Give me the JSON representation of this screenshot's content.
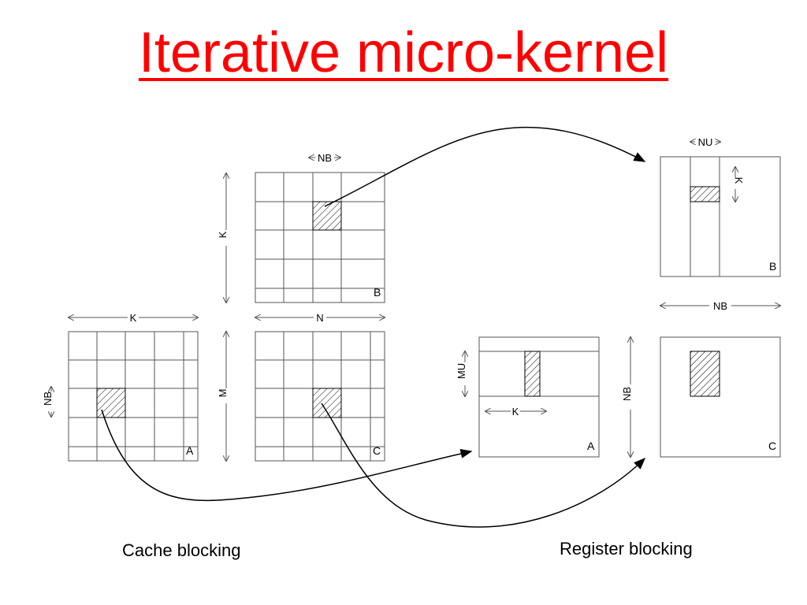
{
  "title": "Iterative micro-kernel",
  "captions": {
    "cache_blocking": "Cache blocking",
    "register_blocking": "Register blocking"
  },
  "cache": {
    "matrix_b": {
      "name": "B",
      "dim_top": "NB",
      "dim_left": "K",
      "dim_bottom": "N"
    },
    "matrix_a": {
      "name": "A",
      "dim_top": "K",
      "dim_left": "NB"
    },
    "matrix_c": {
      "name": "C",
      "dim_left": "M"
    }
  },
  "register": {
    "matrix_b": {
      "name": "B",
      "dim_top": "NU",
      "dim_right": "K",
      "dim_bottom": "NB"
    },
    "matrix_a": {
      "name": "A",
      "dim_left": "MU",
      "dim_inner": "K"
    },
    "matrix_c": {
      "name": "C",
      "dim_left": "NB"
    }
  },
  "colors": {
    "title": "#ff0000",
    "lines": "#000000",
    "grid": "#555555"
  }
}
